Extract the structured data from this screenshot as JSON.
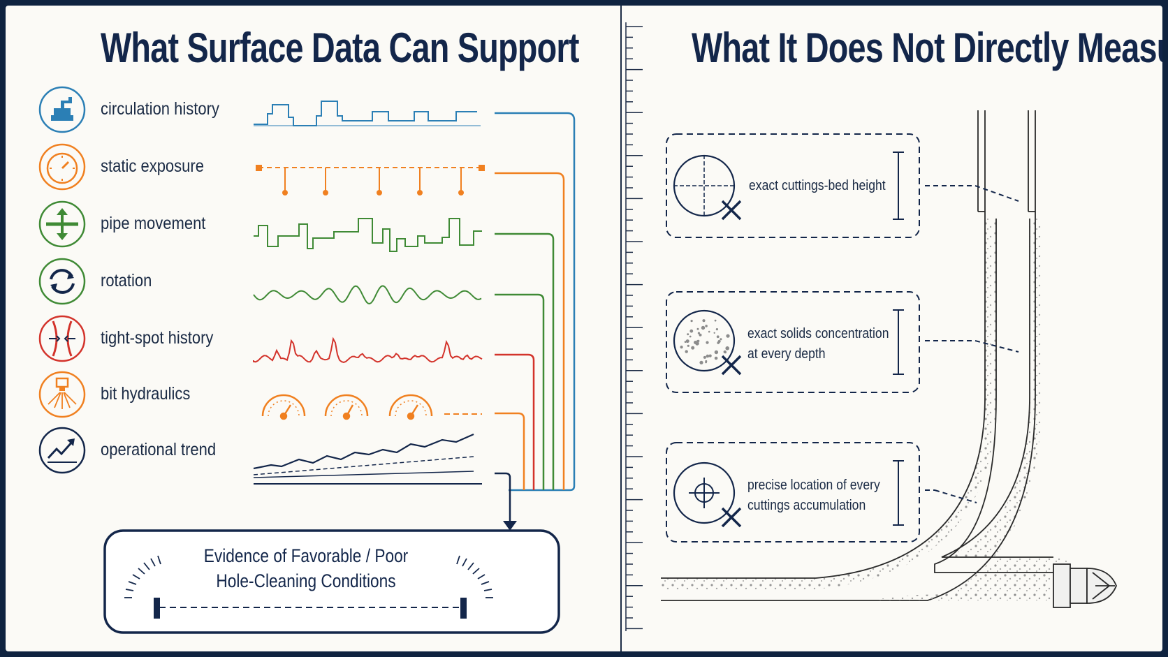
{
  "left_panel": {
    "title": "What Surface Data Can Support",
    "signals": [
      {
        "label": "circulation history",
        "color": "#2b7fb5",
        "icon": "pump-icon"
      },
      {
        "label": "static exposure",
        "color": "#f08020",
        "icon": "stopwatch-icon"
      },
      {
        "label": "pipe movement",
        "color": "#3f8a35",
        "icon": "pipe-movement-icon"
      },
      {
        "label": "rotation",
        "color": "#3f8a35",
        "icon": "rotation-arrows-icon"
      },
      {
        "label": "tight-spot history",
        "color": "#d3332b",
        "icon": "tight-spot-icon"
      },
      {
        "label": "bit hydraulics",
        "color": "#f08020",
        "icon": "nozzle-spray-icon"
      },
      {
        "label": "operational trend",
        "color": "#13264a",
        "icon": "trend-chart-icon"
      }
    ],
    "evidence_box": {
      "line1": "Evidence of Favorable / Poor",
      "line2": "Hole-Cleaning Conditions"
    }
  },
  "right_panel": {
    "title": "What It Does Not Directly Measure",
    "items": [
      {
        "line1": "exact cuttings-bed height",
        "line2": "",
        "icon": "crosshair-circle-x-icon"
      },
      {
        "line1": "exact solids concentration",
        "line2": "at every depth",
        "icon": "particles-circle-x-icon"
      },
      {
        "line1": "precise location of every",
        "line2": "cuttings accumulation",
        "icon": "target-circle-x-icon"
      }
    ]
  },
  "colors": {
    "navy": "#13264a",
    "blue": "#2b7fb5",
    "orange": "#f08020",
    "green": "#3f8a35",
    "red": "#d3332b",
    "background": "#fbfaf6"
  }
}
